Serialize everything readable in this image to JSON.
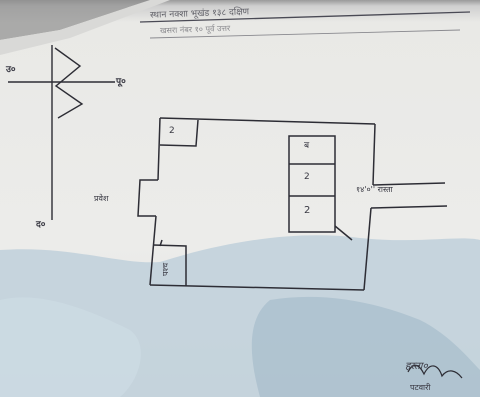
{
  "document": {
    "header_line_1": "स्थान नक्शा भूखंड १३८ दक्षिण",
    "header_line_2": "खसरा नंबर १० पूर्व उत्तर"
  },
  "compass": {
    "north": "उ०",
    "east": "पू०",
    "south": "द०"
  },
  "plan": {
    "room_top_left": "2",
    "room_right_1": "ब",
    "room_right_2": "2",
    "room_right_3": "2",
    "room_bottom_left": "पश्च",
    "west_label": "प्रवेश",
    "east_label": "१४'०'' रास्ता"
  },
  "signature": {
    "line_1": "हस्ता०",
    "line_2": "पटवारी"
  },
  "colors": {
    "ink": "#2d2d35",
    "paper": "#ececea",
    "stain": "#b8c9d4"
  }
}
